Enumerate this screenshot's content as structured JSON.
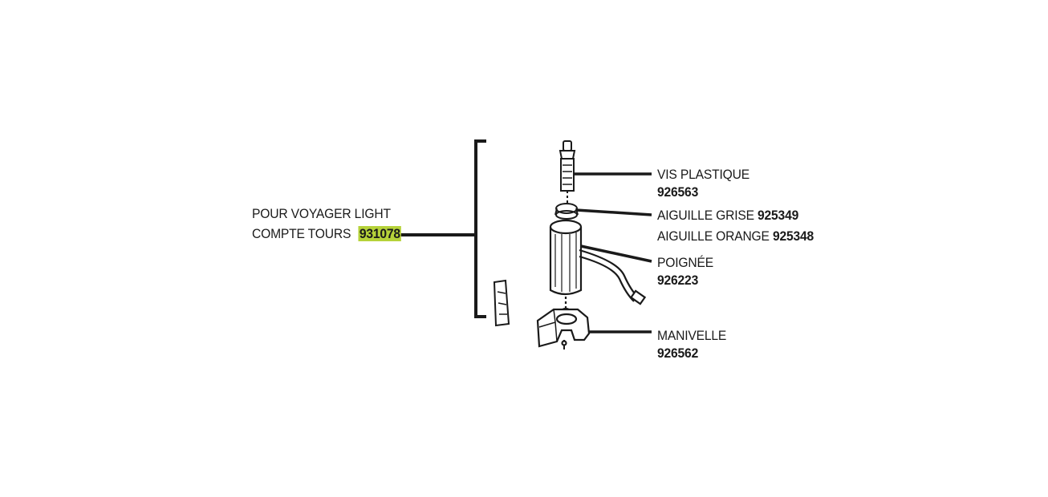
{
  "kit": {
    "line1": "POUR VOYAGER LIGHT",
    "line2_text": "COMPTE TOURS",
    "code": "931078",
    "highlight_color": "#b6d23a"
  },
  "parts": {
    "screw": {
      "name": "VIS PLASTIQUE",
      "code": "926563"
    },
    "needle_grey": {
      "name": "AIGUILLE GRISE",
      "code": "925349"
    },
    "needle_orange": {
      "name": "AIGUILLE ORANGE",
      "code": "925348"
    },
    "handle": {
      "name": "POIGNÉE",
      "code": "926223"
    },
    "crank": {
      "name": "MANIVELLE",
      "code": "926562"
    }
  }
}
